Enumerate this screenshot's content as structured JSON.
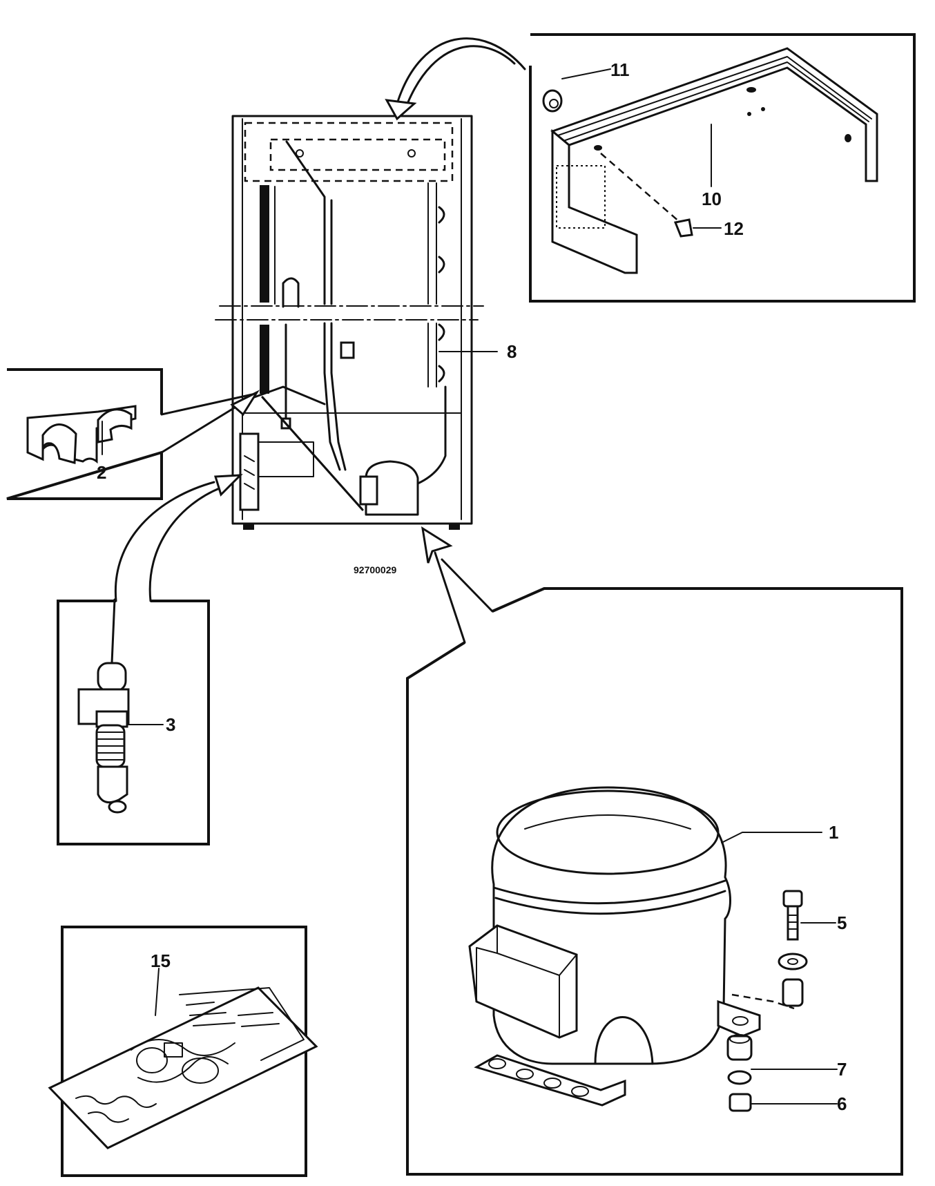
{
  "diagram": {
    "drawing_number": "92700029",
    "callouts": {
      "p1": "1",
      "p2": "2",
      "p3": "3",
      "p5": "5",
      "p6": "6",
      "p7": "7",
      "p8": "8",
      "p10": "10",
      "p11": "11",
      "p12": "12",
      "p15": "15"
    },
    "parts": {
      "p1": "compressor",
      "p2": "double-clip",
      "p3": "thermostat-sensor",
      "p5": "screw",
      "p6": "nut",
      "p7": "rubber-grommet",
      "p8": "condenser",
      "p10": "mounting-bracket",
      "p11": "bush",
      "p12": "clip",
      "p15": "wiring-diagram-sheet"
    }
  }
}
